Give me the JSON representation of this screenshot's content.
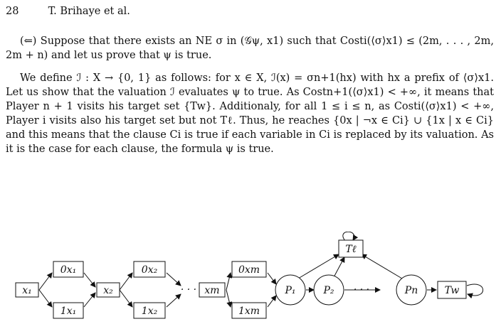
{
  "header": {
    "page_number": "28",
    "running_title": "T. Brihaye et al."
  },
  "paragraphs": {
    "p1": "(⇐) Suppose that there exists an NE σ in (𝒢ψ, x1) such that Costi(⟨σ⟩x1) ≤ (2m, . . . , 2m, 2m + n) and let us prove that ψ is true.",
    "p2": "We define ℐ : X → {0, 1} as follows: for x ∈ X, ℐ(x) = σn+1(hx) with hx a prefix of ⟨σ⟩x1. Let us show that the valuation ℐ evaluates ψ to true. As Costn+1(⟨σ⟩x1) < +∞, it means that Player n + 1 visits his target set {Tw}. Additionaly, for all 1 ≤ i ≤ n, as Costi(⟨σ⟩x1) < +∞, Player i visits also his target set but not Tℓ. Thus, he reaches {0x | ¬x ∈ Ci} ∪ {1x | x ∈ Ci} and this means that the clause Ci is true if each variable in Ci is replaced by its valuation. As it is the case for each clause, the formula ψ is true."
  },
  "figure": {
    "nodes": {
      "x1": "x₁",
      "zero_x1": "0x₁",
      "one_x1": "1x₁",
      "x2": "x₂",
      "zero_x2": "0x₂",
      "one_x2": "1x₂",
      "xm": "xm",
      "zero_xm": "0xm",
      "one_xm": "1xm",
      "P1": "P₁",
      "P2": "P₂",
      "Pn": "Pn",
      "Tl": "Tℓ",
      "Tw": "Tw"
    },
    "ellipsis": "· · ·"
  }
}
